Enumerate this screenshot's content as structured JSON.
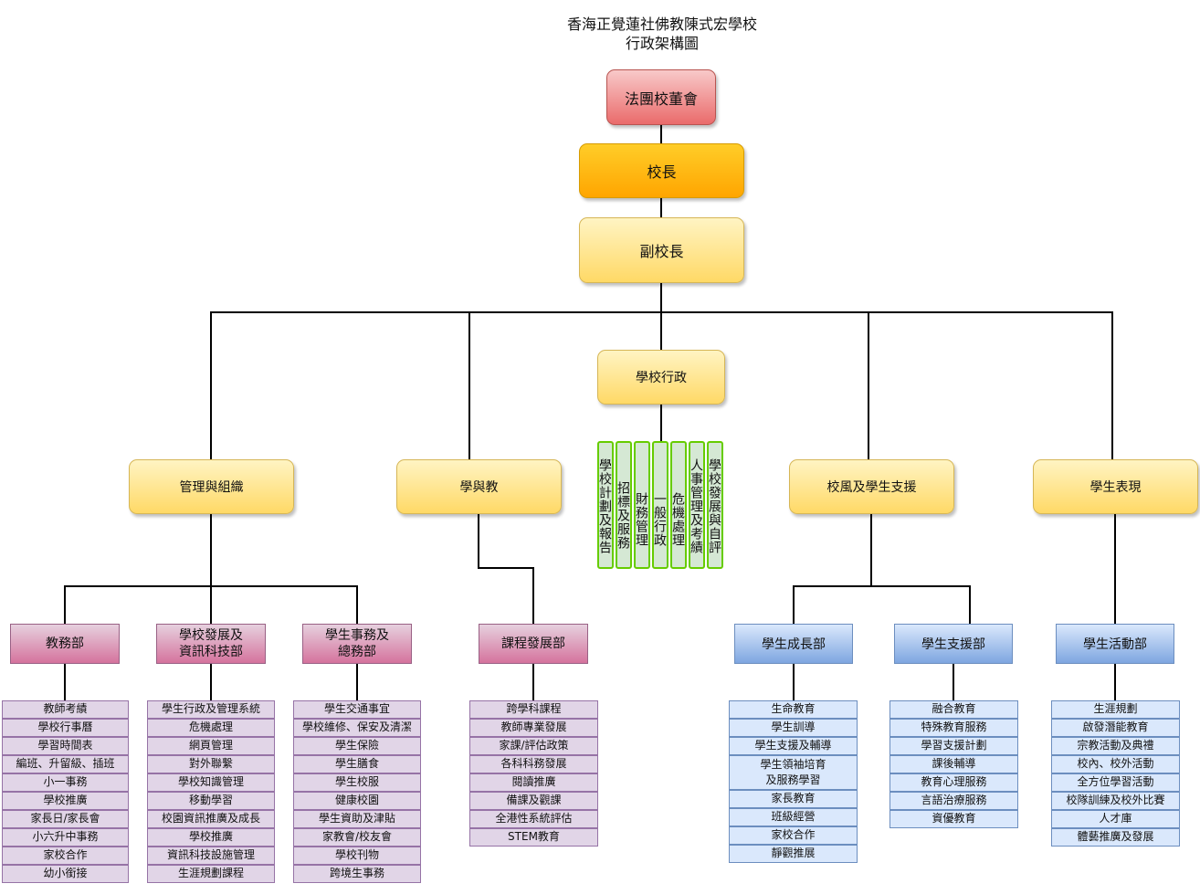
{
  "title": {
    "line1": "香海正覺蓮社佛教陳式宏學校",
    "line2": "行政架構圖"
  },
  "top": {
    "board": "法團校董會",
    "principal": "校長",
    "vice_principal": "副校長"
  },
  "domains": [
    {
      "id": "mgmt",
      "label": "管理與組織"
    },
    {
      "id": "lt",
      "label": "學與教"
    },
    {
      "id": "admin",
      "label": "學校行政"
    },
    {
      "id": "ethos",
      "label": "校風及學生支援"
    },
    {
      "id": "perf",
      "label": "學生表現"
    }
  ],
  "admin_functions": [
    "學校計劃及報告",
    "招標及服務",
    "財務管理",
    "一般行政",
    "危機處理",
    "人事管理及考績",
    "學校發展與自評"
  ],
  "departments": [
    {
      "label": "教務部",
      "items": [
        "教師考績",
        "學校行事曆",
        "學習時間表",
        "編班、升留級、插班",
        "小一事務",
        "學校推廣",
        "家長日/家長會",
        "小六升中事務",
        "家校合作",
        "幼小銜接"
      ]
    },
    {
      "label": "學校發展及資訊科技部",
      "label_line1": "學校發展及",
      "label_line2": "資訊科技部",
      "items": [
        "學生行政及管理系統",
        "危機處理",
        "網頁管理",
        "對外聯繫",
        "學校知識管理",
        "移動學習",
        "校園資訊推廣及成長",
        "學校推廣",
        "資訊科技設施管理",
        "生涯規劃課程"
      ]
    },
    {
      "label": "學生事務及總務部",
      "label_line1": "學生事務及",
      "label_line2": "總務部",
      "items": [
        "學生交通事宜",
        "學校維修、保安及清潔",
        "學生保險",
        "學生膳食",
        "學生校服",
        "健康校園",
        "學生資助及津貼",
        "家教會/校友會",
        "學校刊物",
        "跨境生事務"
      ]
    },
    {
      "label": "課程發展部",
      "items": [
        "跨學科課程",
        "教師專業發展",
        "家課/評估政策",
        "各科科務發展",
        "閱讀推廣",
        "備課及觀課",
        "全港性系統評估",
        "STEM教育"
      ]
    },
    {
      "label": "學生成長部",
      "items": [
        "生命教育",
        "學生訓導",
        "學生支援及輔導",
        "學生領袖培育及服務學習",
        "家長教育",
        "班級經營",
        "家校合作",
        "靜觀推展"
      ],
      "tall_item_line1": "學生領袖培育",
      "tall_item_line2": "及服務學習"
    },
    {
      "label": "學生支援部",
      "items": [
        "融合教育",
        "特殊教育服務",
        "學習支援計劃",
        "課後輔導",
        "教育心理服務",
        "言語治療服務",
        "資優教育"
      ]
    },
    {
      "label": "學生活動部",
      "items": [
        "生涯規劃",
        "啟發潛能教育",
        "宗教活動及典禮",
        "校內、校外活動",
        "全方位學習活動",
        "校隊訓練及校外比賽",
        "人才庫",
        "體藝推廣及發展"
      ]
    }
  ],
  "colors": {
    "board": "#ea6b6b",
    "principal": "#ffa500",
    "domain": "#ffd966",
    "admin_function": "#d5e8d4",
    "dept_pink": "#d5739d",
    "dept_blue": "#7ea6e0",
    "list_purple": "#e1d5e7",
    "list_blue": "#dae8fc"
  }
}
